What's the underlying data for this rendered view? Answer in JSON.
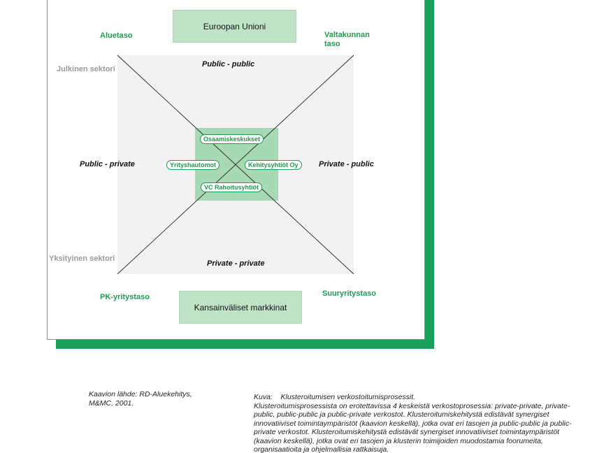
{
  "top_box": "Euroopan Unioni",
  "bottom_box": "Kansainväliset markkinat",
  "corners": {
    "top_left": "Aluetaso",
    "top_right": "Valtakunnan\ntaso",
    "bottom_left": "PK-yritystaso",
    "bottom_right": "Suuryritystaso"
  },
  "sectors": {
    "public": "Julkinen sektori",
    "private": "Yksityinen sektori"
  },
  "relations": {
    "top": "Public - public",
    "left": "Public - private",
    "right": "Private - public",
    "bottom": "Private - private"
  },
  "center_items": {
    "top": "Osaamiskeskukset",
    "left": "Yrityshautomot",
    "right": "Kehitysyhtiöt Oy",
    "bottom": "VC Rahoitusyhtiöt"
  },
  "source": "Kaavion lähde: RD-Aluekehitys,\nM&MC, 2001.",
  "caption": {
    "label": "Kuva:",
    "title": "Klusteroitumisen verkostoitumisprosessit.",
    "body": "Klusteroitumisprosessista on erotettavissa 4 keskeistä verkostoprosessia: private-private, private-public, public-public ja public-private verkostot. Klusteroitumiskehitystä edistävät synergiset innovatiiviset toimintaympäristöt (kaavion  keskellä), jotka ovat eri tasojen ja public-public ja public-private verkostot. Klusteroitumiskehitystä edistävät synergiset innovatiiviset toimintaympäristöt (kaavion keskellä), jotka ovat eri tasojen ja klusterin toimijoiden muodostamia foorumeita, organisaatioita ja ohjelmallisia rattkaisuja."
  },
  "colors": {
    "accent_green": "#1aa05a",
    "light_green": "#bfe3c7",
    "center_green": "#a8d9b5",
    "gray_square": "#f2f2f2"
  }
}
